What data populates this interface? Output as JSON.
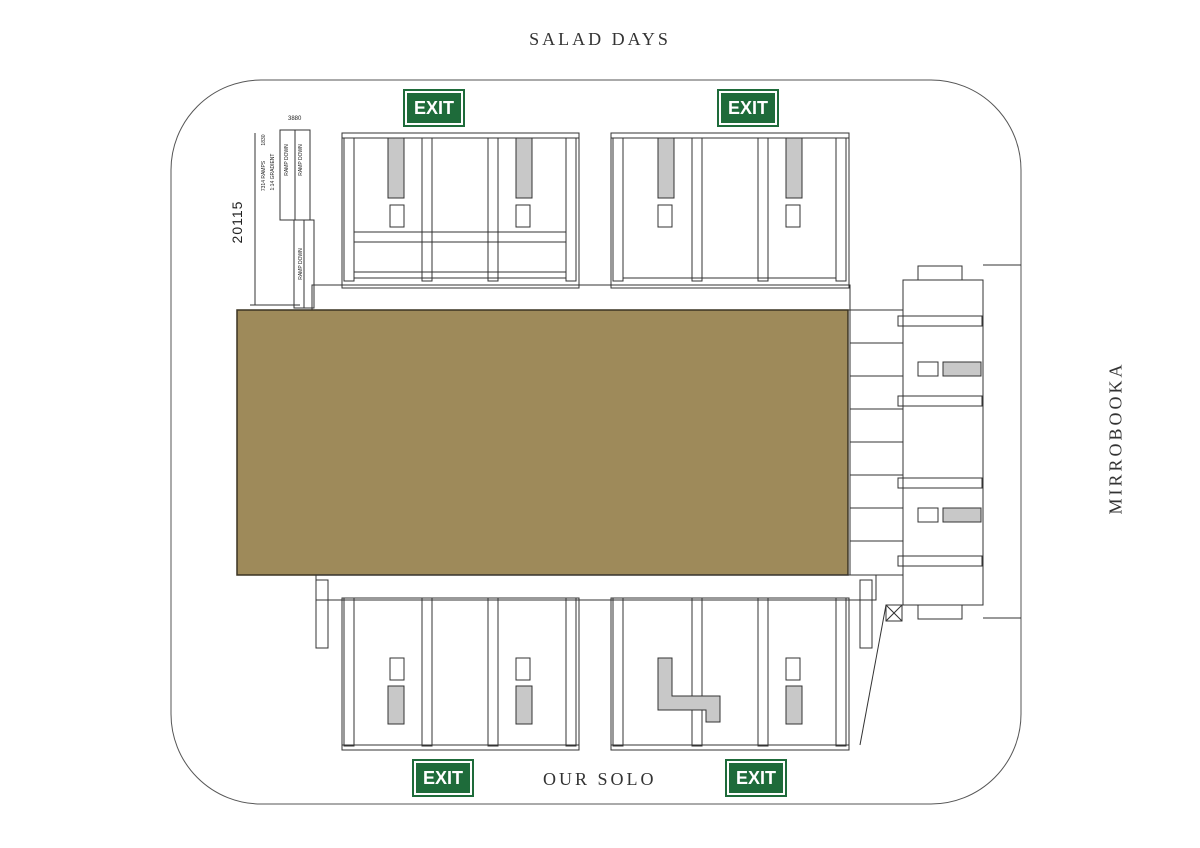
{
  "streets": {
    "top": "SALAD DAYS",
    "bottom": "OUR SOLO",
    "right": "MIRROBOOKA"
  },
  "exit_label": "EXIT",
  "dimensions": {
    "height_mark": "20115",
    "width_mark": "3880",
    "small_mark": "1830",
    "ramps": "7314 RAMPS",
    "gradient": "1:14 GRADIENT",
    "ramp_down": "RAMP DOWN"
  },
  "colors": {
    "field": "#9e8a5a",
    "field_edge": "#3a3322",
    "line": "#333333",
    "exit_green": "#1e6b3a"
  }
}
